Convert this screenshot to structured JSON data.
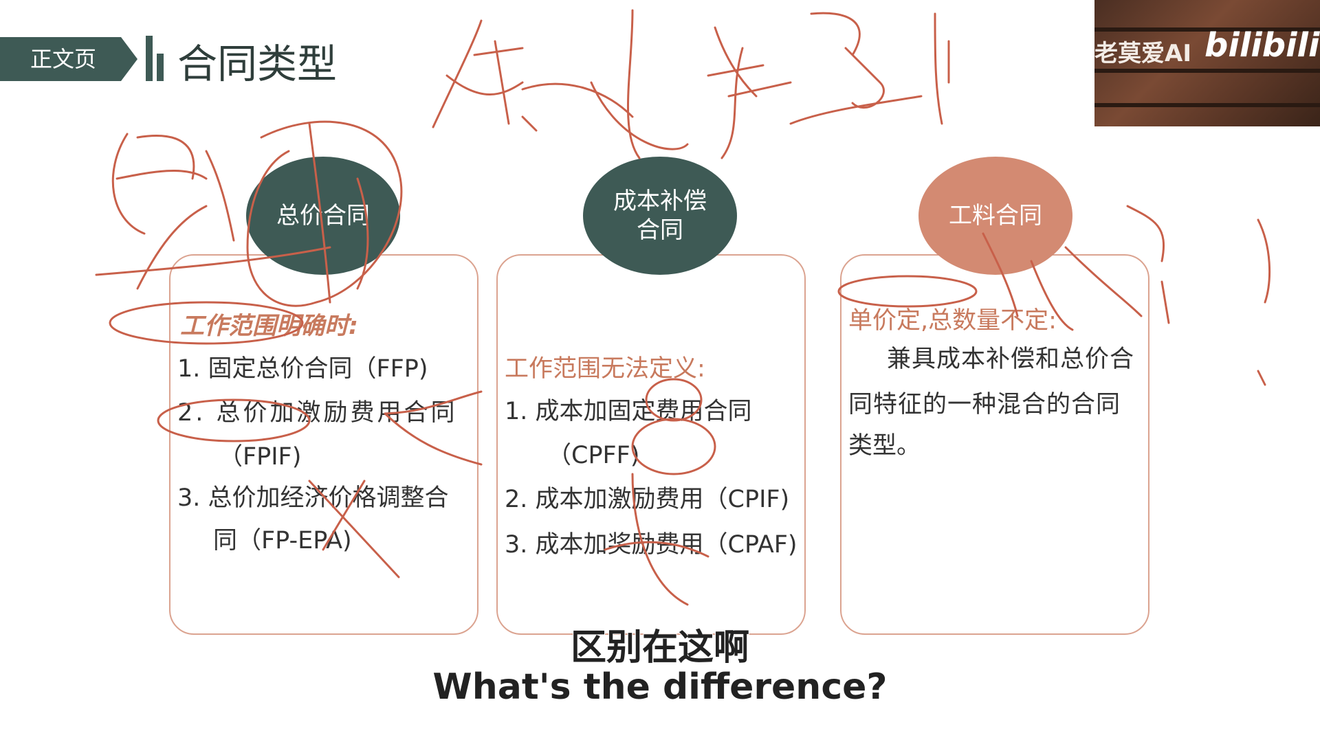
{
  "header": {
    "tag": "正文页",
    "title": "合同类型"
  },
  "video": {
    "watermark": "老莫爱AI",
    "logo": "bilibili"
  },
  "cards": [
    {
      "oval_label": "总价合同",
      "oval_color": "#3e5a55",
      "heading": "工作范围明确时:",
      "items": [
        "1.  固定总价合同（FFP)",
        "2.  总价加激励费用合同",
        "（FPIF)",
        "3.  总价加经济价格调整合",
        "同（FP-EPA)"
      ]
    },
    {
      "oval_label_line1": "成本补偿",
      "oval_label_line2": "合同",
      "oval_color": "#3e5a55",
      "heading": "工作范围无法定义:",
      "items": [
        "1.  成本加固定费用合同",
        "（CPFF)",
        "2.  成本加激励费用（CPIF)",
        "3.  成本加奖励费用（CPAF)"
      ]
    },
    {
      "oval_label": "工料合同",
      "oval_color": "#d38a72",
      "heading": "单价定,总数量不定:",
      "items": [
        "兼具成本补偿和总价合",
        "同特征的一种混合的合同",
        "类型。"
      ]
    }
  ],
  "subtitles": {
    "zh": "区别在这啊",
    "en": "What's the difference?"
  },
  "colors": {
    "accent_dark": "#3e5a55",
    "accent_salmon": "#d38a72",
    "ink": "#c8604a"
  }
}
